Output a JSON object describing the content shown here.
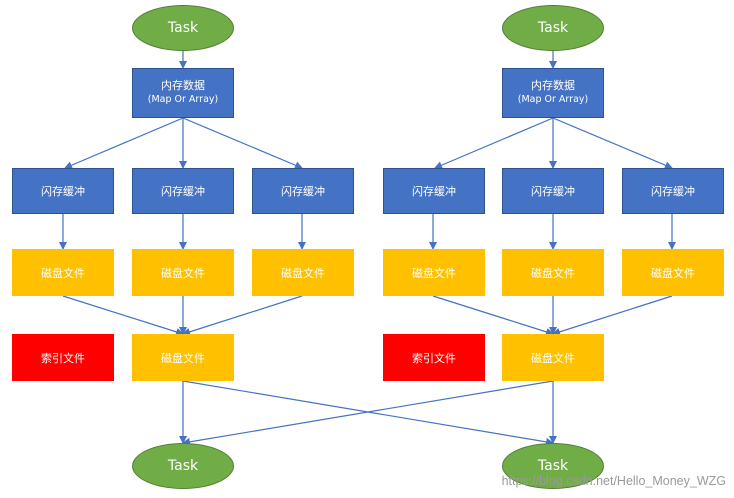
{
  "colors": {
    "task": "#70ad47",
    "memory": "#4472c4",
    "buffer": "#4472c4",
    "disk_file": "#ffc000",
    "index_file": "#ff0000",
    "edge": "#4472c4"
  },
  "left": {
    "task_top": "Task",
    "memory_title": "内存数据",
    "memory_sub": "(Map Or Array)",
    "buffers": [
      "闪存缓冲",
      "闪存缓冲",
      "闪存缓冲"
    ],
    "disk_files": [
      "磁盘文件",
      "磁盘文件",
      "磁盘文件"
    ],
    "index_file": "索引文件",
    "merged_disk_file": "磁盘文件",
    "task_bottom": "Task"
  },
  "right": {
    "task_top": "Task",
    "memory_title": "内存数据",
    "memory_sub": "(Map Or Array)",
    "buffers": [
      "闪存缓冲",
      "闪存缓冲",
      "闪存缓冲"
    ],
    "disk_files": [
      "磁盘文件",
      "磁盘文件",
      "磁盘文件"
    ],
    "index_file": "索引文件",
    "merged_disk_file": "磁盘文件",
    "task_bottom": "Task"
  },
  "watermark": "https://blog.csdn.net/Hello_Money_WZG"
}
